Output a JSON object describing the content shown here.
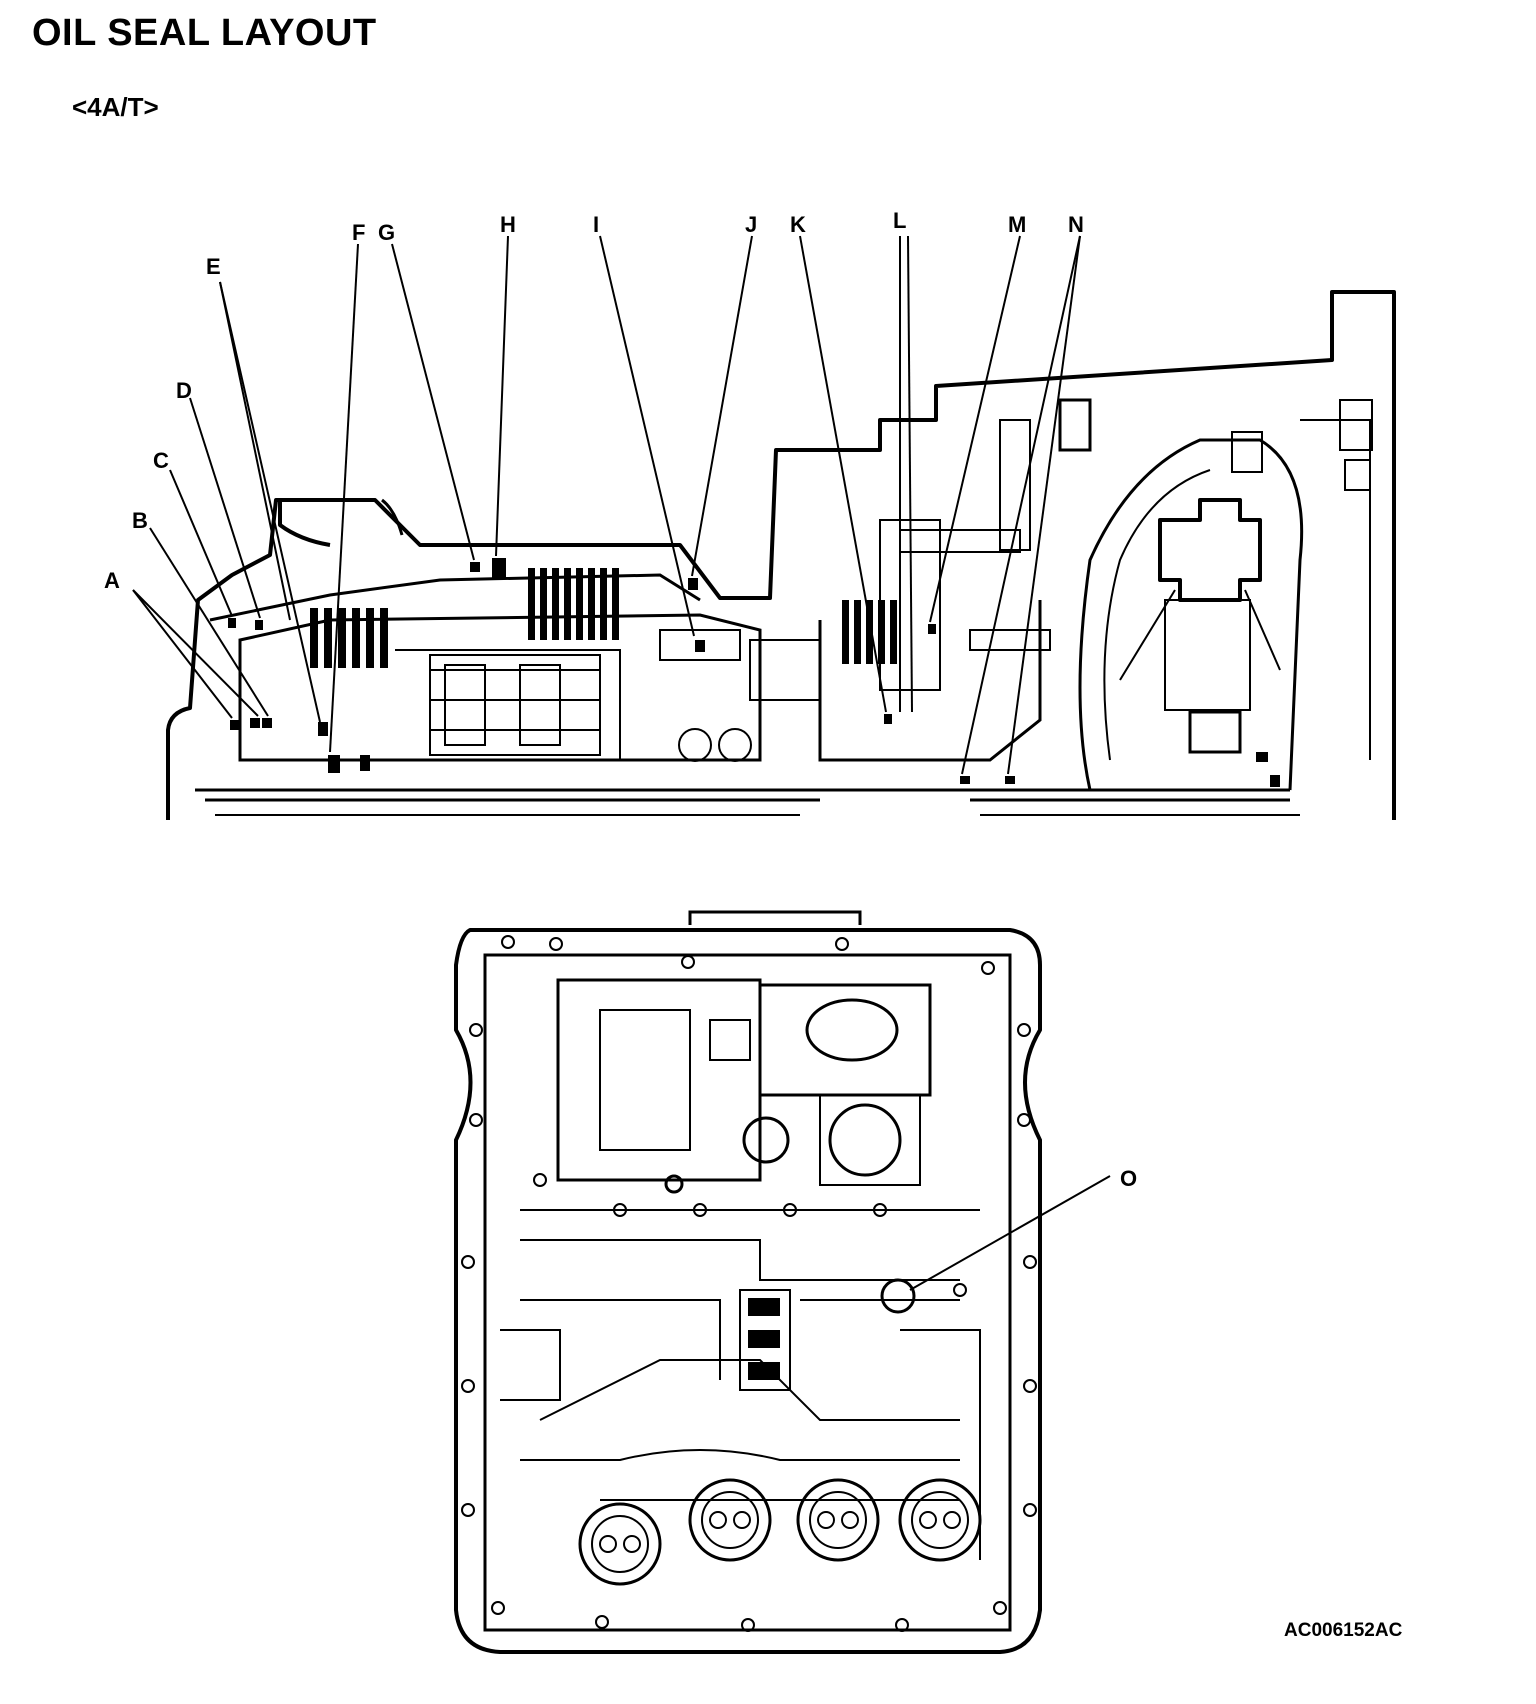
{
  "title": "OIL SEAL LAYOUT",
  "subtitle": "<4A/T>",
  "figure_code": "AC006152AC",
  "callouts": {
    "A": "A",
    "B": "B",
    "C": "C",
    "D": "D",
    "E": "E",
    "F": "F",
    "G": "G",
    "H": "H",
    "I": "I",
    "J": "J",
    "K": "K",
    "L": "L",
    "M": "M",
    "N": "N",
    "O": "O"
  }
}
